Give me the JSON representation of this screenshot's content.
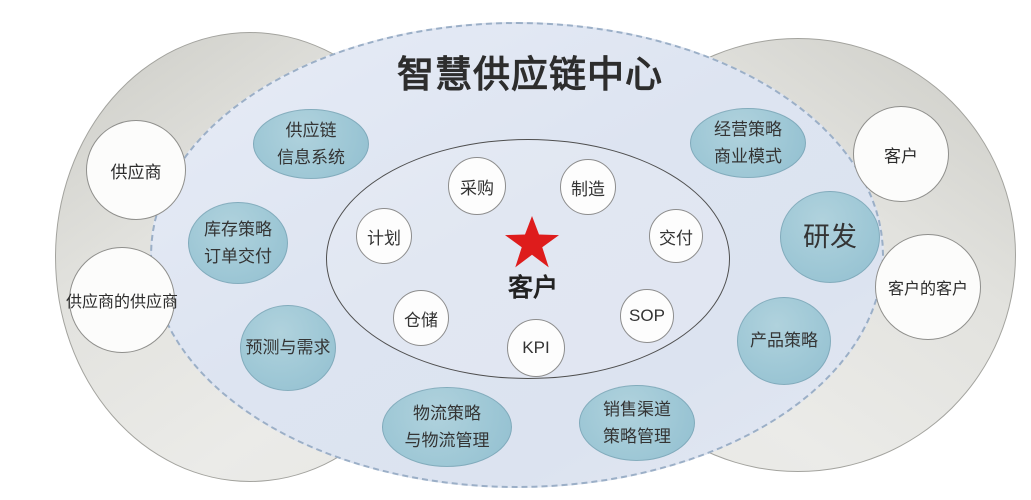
{
  "title": "智慧供应链中心",
  "core": {
    "star_label": "客户"
  },
  "inner_nodes": [
    {
      "label": "计划"
    },
    {
      "label": "采购"
    },
    {
      "label": "制造"
    },
    {
      "label": "交付"
    },
    {
      "label": "仓储"
    },
    {
      "label": "SOP"
    },
    {
      "label": "KPI"
    }
  ],
  "strategy_nodes": [
    {
      "label": "供应链\n信息系统"
    },
    {
      "label": "库存策略\n订单交付"
    },
    {
      "label": "预测与需求"
    },
    {
      "label": "物流策略\n与物流管理"
    },
    {
      "label": "销售渠道\n策略管理"
    },
    {
      "label": "产品策略"
    },
    {
      "label": "研发"
    },
    {
      "label": "经营策略\n商业模式"
    }
  ],
  "partners": {
    "left": [
      {
        "label": "供应商"
      },
      {
        "label": "供应商的供应商"
      }
    ],
    "right": [
      {
        "label": "客户"
      },
      {
        "label": "客户的客户"
      }
    ]
  },
  "colors": {
    "center_fill": "#dde4f0",
    "center_dashed_border": "#9bafc7",
    "strategy_node_fill": "#9fc8d6",
    "gray_ellipse_fill": "#e2e2de",
    "white_node_fill": "#fdfdfd",
    "inner_ellipse_border": "#4f4f4f",
    "star_red": "#de1c1c",
    "title_text": "#2d2d2d"
  }
}
